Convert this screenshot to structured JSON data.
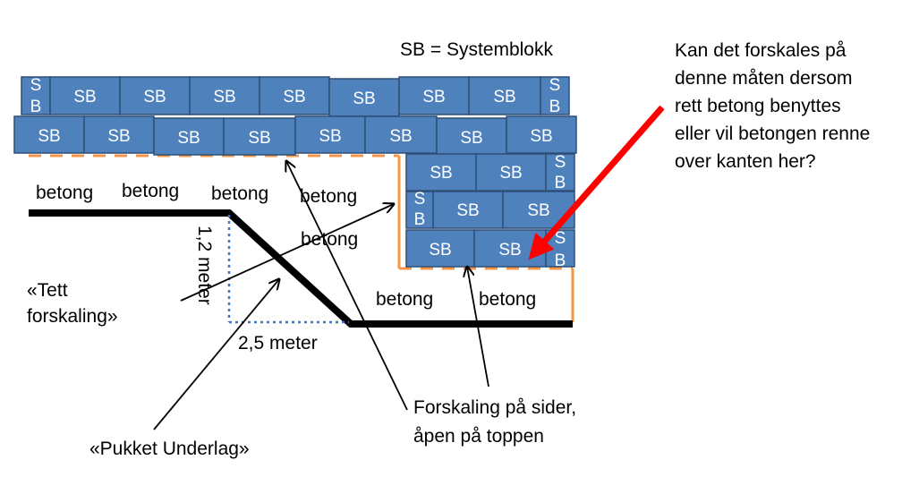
{
  "legend": "SB = Systemblokk",
  "question": {
    "lines": [
      "Kan det forskales på",
      "denne måten dersom",
      "rett betong benyttes",
      "eller vil betongen renne",
      "over kanten her?"
    ]
  },
  "block_label": "SB",
  "block_half_label": [
    "S",
    "B"
  ],
  "labels": {
    "betong": "betong",
    "height": "1,2 meter",
    "length": "2,5 meter",
    "tett_line1": "«Tett",
    "tett_line2": "forskaling»",
    "pukket": "«Pukket Underlag»",
    "forskaling_line1": "Forskaling på sider,",
    "forskaling_line2": "åpen på toppen"
  },
  "colors": {
    "block_fill": "#4f81bd",
    "block_stroke": "#2f4f78",
    "formwork": "#f79646",
    "ground": "#000000",
    "arrow_red": "#ff0000",
    "dimension": "#4472c4"
  }
}
